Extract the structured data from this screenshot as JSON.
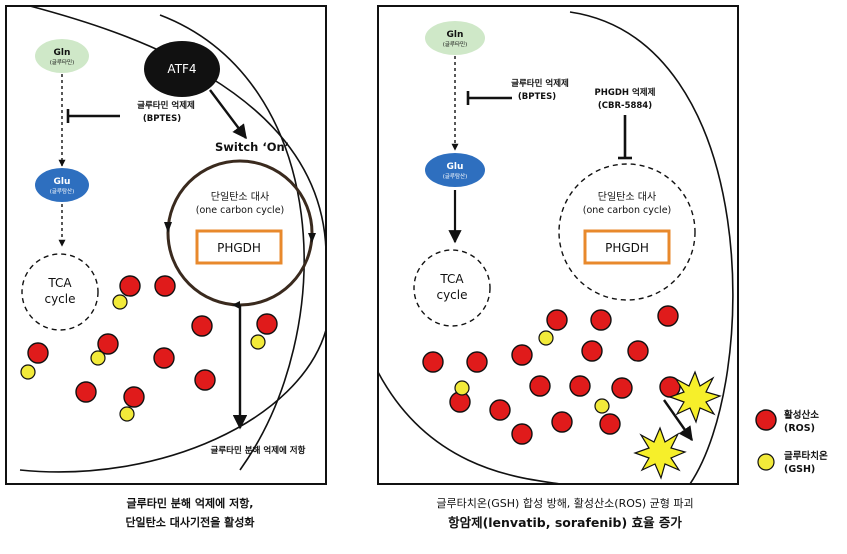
{
  "left": {
    "gln_label": "Gln",
    "gln_sub": "(글루타민)",
    "glu_label": "Glu",
    "glu_sub": "(글루탐산)",
    "atf4_label": "ATF4",
    "inhibitor_label": "글루타민 억제제",
    "inhibitor_drug": "(BPTES)",
    "switch_label": "Switch ‘On’",
    "cycle_label": "단일탄소 대사",
    "cycle_sub": "(one carbon cycle)",
    "phgdh_label": "PHGDH",
    "tca_line1": "TCA",
    "tca_line2": "cycle",
    "resist_label": "글루타민 분해 억제에 저항"
  },
  "right": {
    "gln_label": "Gln",
    "gln_sub": "(글루타민)",
    "glu_label": "Glu",
    "glu_sub": "(글루탐산)",
    "inhibitor_label": "글루타민 억제제",
    "inhibitor_drug": "(BPTES)",
    "phgdh_inhibitor_label": "PHGDH 억제제",
    "phgdh_inhibitor_drug": "(CBR-5884)",
    "cycle_label": "단일탄소 대사",
    "cycle_sub": "(one carbon cycle)",
    "phgdh_label": "PHGDH",
    "tca_line1": "TCA",
    "tca_line2": "cycle"
  },
  "legend": {
    "ros_label": "활성산소",
    "ros_sub": "(ROS)",
    "gsh_label": "글루타치온",
    "gsh_sub": "(GSH)",
    "ros_color": "#e01b1b",
    "gsh_color": "#f2ea3a"
  },
  "captions": {
    "left_line1": "글루타민 분해 억제에 저항,",
    "left_line2": "단일탄소 대사기전을 활성화",
    "right_line1": "글루타치온(GSH) 합성 방해, 활성산소(ROS) 균형 파괴",
    "right_line2": "항암제(lenvatib, sorafenib) 효율 증가"
  },
  "colors": {
    "gln_fill": "#cfe8c8",
    "glu_fill": "#2e6fbf",
    "atf4_fill": "#111111",
    "cycle_stroke": "#3a2a1e",
    "phgdh_box": "#e8892c",
    "burst_fill": "#f6ef2a"
  }
}
